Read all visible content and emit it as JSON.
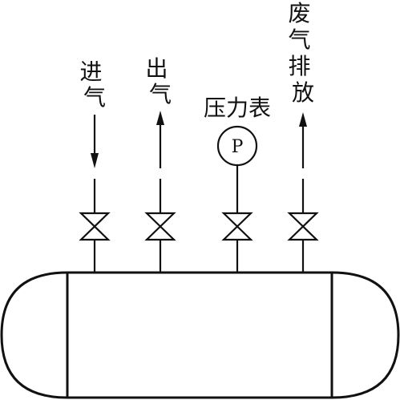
{
  "labels": {
    "inlet": "进气",
    "outlet": "出气",
    "pressure_gauge": "压力表",
    "exhaust": "废气排放"
  },
  "gauge_symbol": "P"
}
